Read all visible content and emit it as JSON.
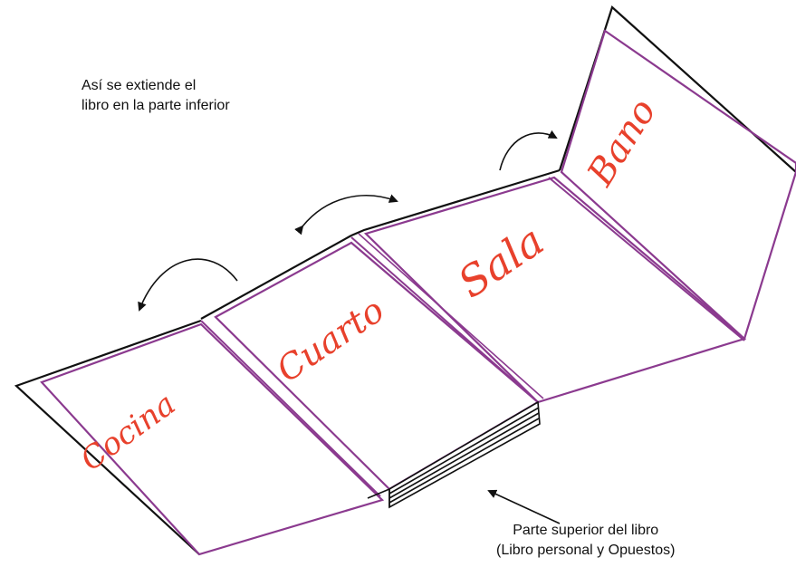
{
  "captions": {
    "top_line1": "Así se extiende el",
    "top_line2": "libro en la parte inferior",
    "bottom_line1": "Parte superior del libro",
    "bottom_line2": "(Libro personal y Opuestos)"
  },
  "panels": [
    {
      "label": "Cocina"
    },
    {
      "label": "Cuarto"
    },
    {
      "label": "Sala"
    },
    {
      "label": "Bano"
    }
  ],
  "colors": {
    "outline": "#111111",
    "inner_border": "#8b3a8f",
    "label_red": "#e8412c"
  }
}
